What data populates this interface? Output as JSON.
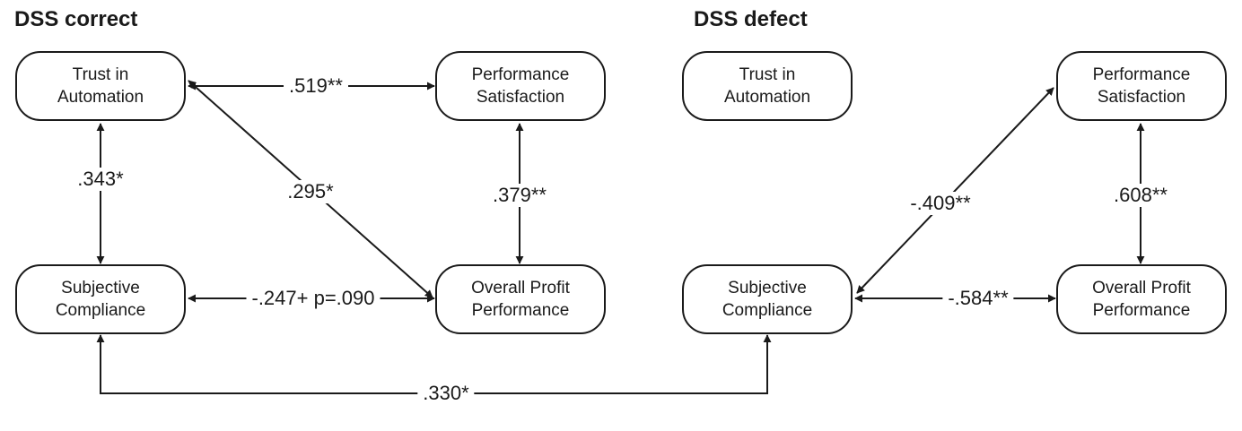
{
  "left_title": "DSS correct",
  "right_title": "DSS defect",
  "nodes": {
    "trust": [
      "Trust in",
      "Automation"
    ],
    "perf_sat": [
      "Performance",
      "Satisfaction"
    ],
    "compliance": [
      "Subjective",
      "Compliance"
    ],
    "profit": [
      "Overall Profit",
      "Performance"
    ]
  },
  "left_labels": {
    "trust_perf": ".519**",
    "trust_compliance": ".343*",
    "trust_profit": ".295*",
    "perf_profit": ".379**",
    "compliance_profit": "-.247+ p=.090"
  },
  "right_labels": {
    "perf_compliance": "-.409**",
    "perf_profit": ".608**",
    "compliance_profit": "-.584**"
  },
  "cross_label": ".330*"
}
